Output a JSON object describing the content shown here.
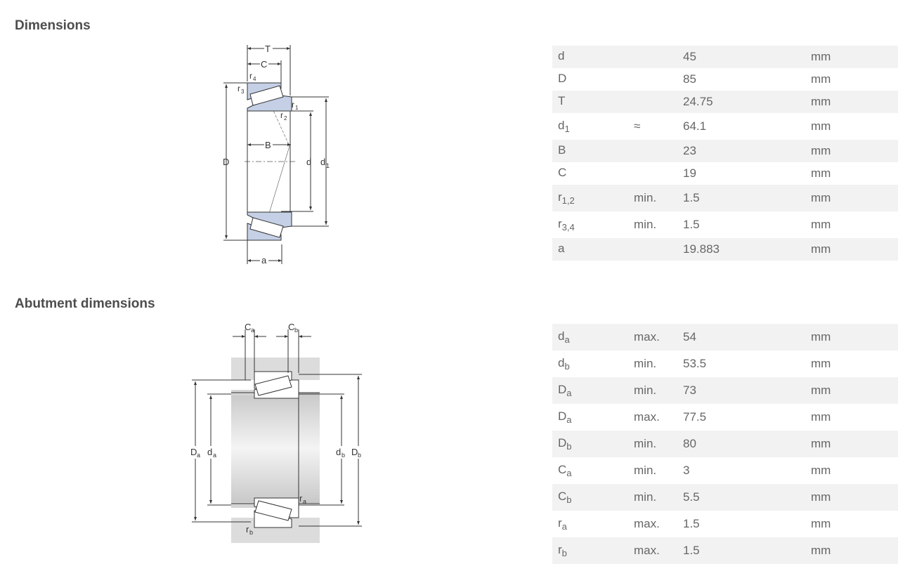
{
  "dimensions": {
    "title": "Dimensions",
    "rows": [
      {
        "sym": "d",
        "sub": "",
        "qual": "",
        "value": "45",
        "unit": "mm"
      },
      {
        "sym": "D",
        "sub": "",
        "qual": "",
        "value": "85",
        "unit": "mm"
      },
      {
        "sym": "T",
        "sub": "",
        "qual": "",
        "value": "24.75",
        "unit": "mm"
      },
      {
        "sym": "d",
        "sub": "1",
        "qual": "≈",
        "value": "64.1",
        "unit": "mm"
      },
      {
        "sym": "B",
        "sub": "",
        "qual": "",
        "value": "23",
        "unit": "mm"
      },
      {
        "sym": "C",
        "sub": "",
        "qual": "",
        "value": "19",
        "unit": "mm"
      },
      {
        "sym": "r",
        "sub": "1,2",
        "qual": "min.",
        "value": "1.5",
        "unit": "mm"
      },
      {
        "sym": "r",
        "sub": "3,4",
        "qual": "min.",
        "value": "1.5",
        "unit": "mm"
      },
      {
        "sym": "a",
        "sub": "",
        "qual": "",
        "value": "19.883",
        "unit": "mm"
      }
    ],
    "diagram_labels": {
      "T": "T",
      "C": "C",
      "B": "B",
      "D": "D",
      "d": "d",
      "d1": "d",
      "d1_sub": "1",
      "a": "a",
      "r": "r",
      "r1_sub": "1",
      "r2_sub": "2",
      "r3_sub": "3",
      "r4_sub": "4"
    }
  },
  "abutment": {
    "title": "Abutment dimensions",
    "rows": [
      {
        "sym": "d",
        "sub": "a",
        "qual": "max.",
        "value": "54",
        "unit": "mm"
      },
      {
        "sym": "d",
        "sub": "b",
        "qual": "min.",
        "value": "53.5",
        "unit": "mm"
      },
      {
        "sym": "D",
        "sub": "a",
        "qual": "min.",
        "value": "73",
        "unit": "mm"
      },
      {
        "sym": "D",
        "sub": "a",
        "qual": "max.",
        "value": "77.5",
        "unit": "mm"
      },
      {
        "sym": "D",
        "sub": "b",
        "qual": "min.",
        "value": "80",
        "unit": "mm"
      },
      {
        "sym": "C",
        "sub": "a",
        "qual": "min.",
        "value": "3",
        "unit": "mm"
      },
      {
        "sym": "C",
        "sub": "b",
        "qual": "min.",
        "value": "5.5",
        "unit": "mm"
      },
      {
        "sym": "r",
        "sub": "a",
        "qual": "max.",
        "value": "1.5",
        "unit": "mm"
      },
      {
        "sym": "r",
        "sub": "b",
        "qual": "max.",
        "value": "1.5",
        "unit": "mm"
      }
    ],
    "diagram_labels": {
      "C": "C",
      "Ca_sub": "a",
      "Cb_sub": "b",
      "D": "D",
      "d": "d",
      "r": "r",
      "sub_a": "a",
      "sub_b": "b"
    }
  },
  "colors": {
    "ring_fill": "#c5d0e6",
    "shaft_fill": "#e0e0e0",
    "row_stripe": "#f2f2f2"
  }
}
